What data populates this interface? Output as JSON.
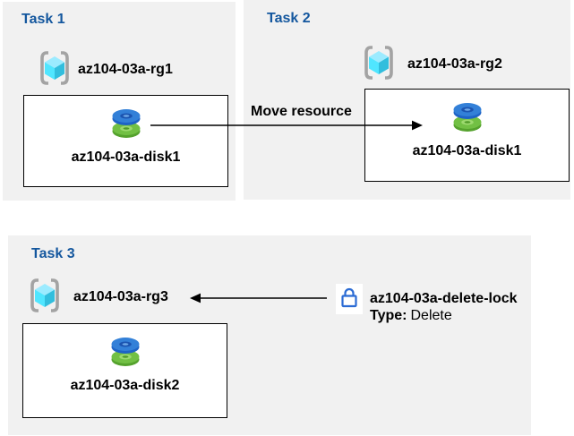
{
  "tasks": [
    {
      "title": "Task 1",
      "resource_group": "az104-03a-rg1",
      "disk": "az104-03a-disk1"
    },
    {
      "title": "Task 2",
      "resource_group": "az104-03a-rg2",
      "disk": "az104-03a-disk1"
    },
    {
      "title": "Task 3",
      "resource_group": "az104-03a-rg3",
      "disk": "az104-03a-disk2"
    }
  ],
  "move_arrow": {
    "label": "Move resource"
  },
  "lock": {
    "name": "az104-03a-delete-lock",
    "type_label": "Type:",
    "type_value": "Delete"
  },
  "icons": {
    "resource_group": "resource-group-icon",
    "disk": "disk-icon",
    "lock": "lock-icon"
  },
  "colors": {
    "panel_bg": "#f1f1f1",
    "heading_blue": "#14579E",
    "box_border": "#000000",
    "arrow": "#000000",
    "lock_blue": "#2b6bd4",
    "disk_blue": "#3380d8",
    "disk_green": "#72c044",
    "cube_top": "#9CEBFF",
    "cube_left": "#50E6FF",
    "cube_right": "#32BEDD"
  }
}
